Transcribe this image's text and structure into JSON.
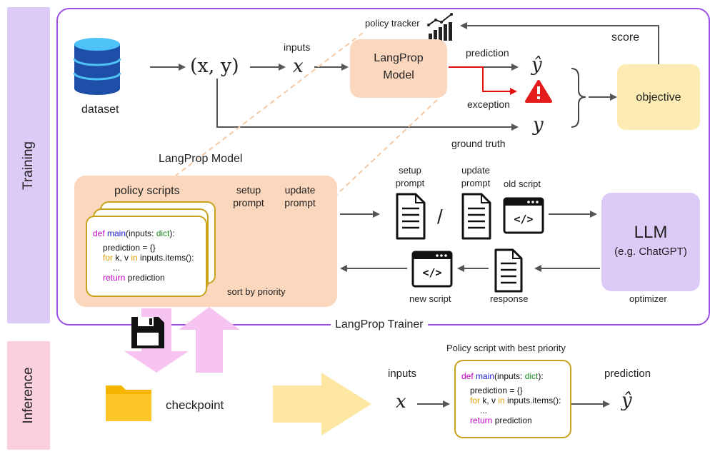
{
  "sections": {
    "training": "Training",
    "inference": "Inference"
  },
  "trainer_label": "LangProp Trainer",
  "top": {
    "dataset": "dataset",
    "xy": "(x, y)",
    "inputs": "inputs",
    "x": "x",
    "model": "LangProp\nModel",
    "policy_tracker": "policy tracker",
    "prediction": "prediction",
    "exception": "exception",
    "yhat": "ŷ",
    "y": "y",
    "ground_truth": "ground truth",
    "objective": "objective",
    "score": "score"
  },
  "model_box": {
    "title": "LangProp Model",
    "policy_scripts": "policy scripts",
    "setup_prompt": "setup\nprompt",
    "update_prompt": "update\nprompt",
    "sort_by_priority": "sort by priority"
  },
  "code": {
    "line1_def": "def ",
    "line1_fn": "main",
    "line1_args": "(inputs: ",
    "line1_type": "dict",
    "line1_end": "):",
    "line2": "prediction = {}",
    "line3_for": "for ",
    "line3_mid": "k, v ",
    "line3_in": "in ",
    "line3_end": "inputs.items():",
    "line4": "...",
    "line5_ret": "return ",
    "line5_end": "prediction"
  },
  "optimizer": {
    "setup_prompt": "setup\nprompt",
    "update_prompt": "update\nprompt",
    "slash": "/",
    "old_script": "old script",
    "llm": "LLM",
    "llm_sub": "(e.g. ChatGPT)",
    "optimizer": "optimizer",
    "response": "response",
    "new_script": "new script"
  },
  "inference": {
    "checkpoint": "checkpoint",
    "best_title": "Policy script with best priority",
    "inputs": "inputs",
    "x": "x",
    "prediction": "prediction",
    "yhat": "ŷ"
  }
}
